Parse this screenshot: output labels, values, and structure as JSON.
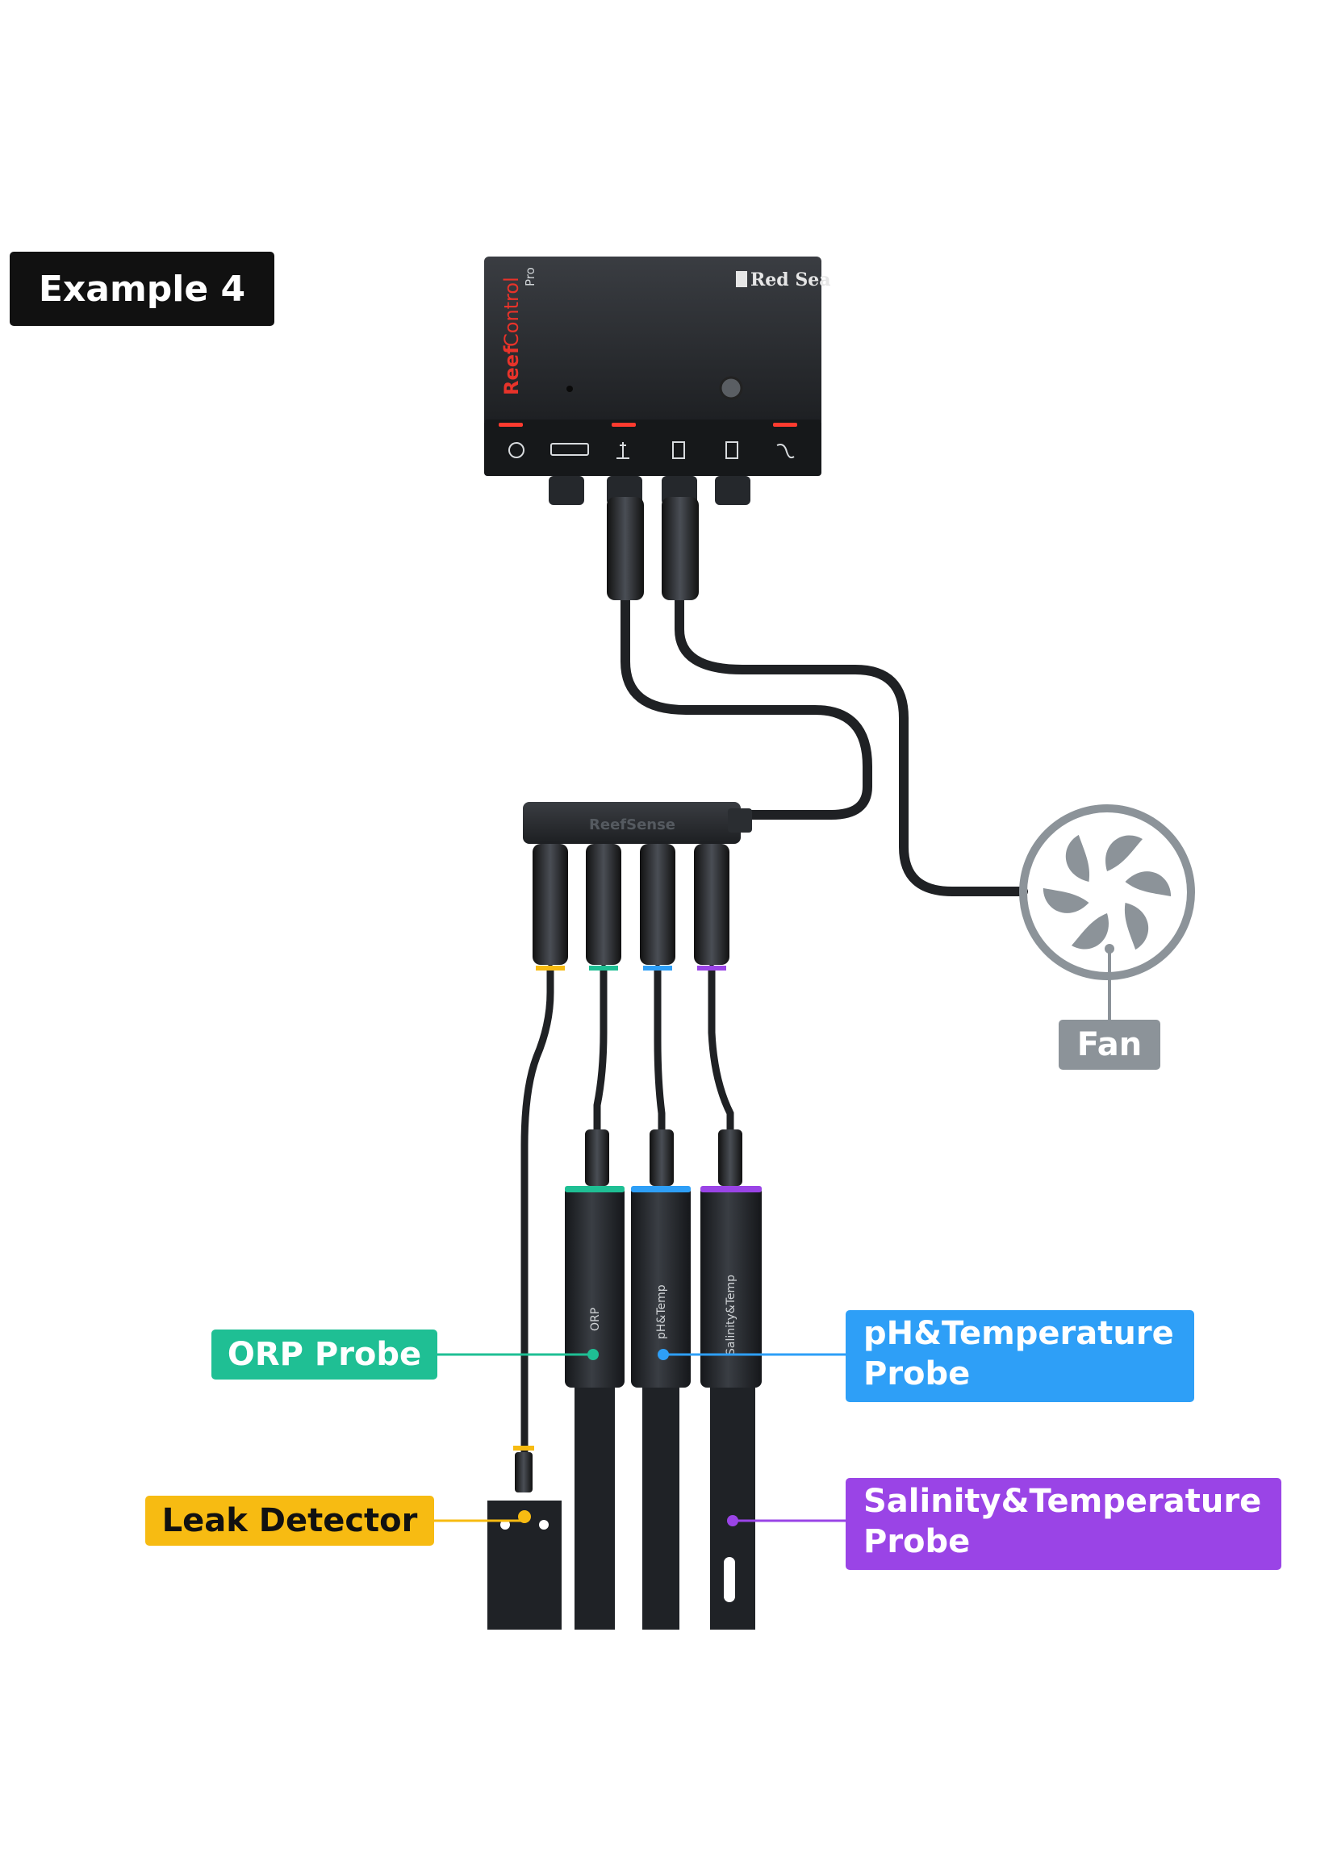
{
  "badge": {
    "text": "Example 4"
  },
  "controller": {
    "brand_line1": "Reef",
    "brand_line2": "Control",
    "model": "Pro",
    "maker": "Red Sea"
  },
  "hub": {
    "brand": "ReefSense"
  },
  "labels": {
    "fan": "Fan",
    "orp": "ORP Probe",
    "leak": "Leak Detector",
    "ph": [
      "pH&Temperature",
      "Probe"
    ],
    "salinity": [
      "Salinity&Temperature",
      "Probe"
    ]
  },
  "probes": {
    "orp": "ORP",
    "ph": "pH&Temp",
    "salinity": "Salinity&Temp"
  },
  "colors": {
    "leak": "#f7bb12",
    "orp": "#1fbf94",
    "ph": "#2e9ff7",
    "salinity": "#9a44e6",
    "fan": "#8c9399",
    "accent_led": "#ff3b2f"
  },
  "icons": [
    "temperature-icon",
    "hub-port-icon",
    "dosing-icon",
    "12v-port-1-icon",
    "12v-port-2-icon",
    "power-icon"
  ]
}
